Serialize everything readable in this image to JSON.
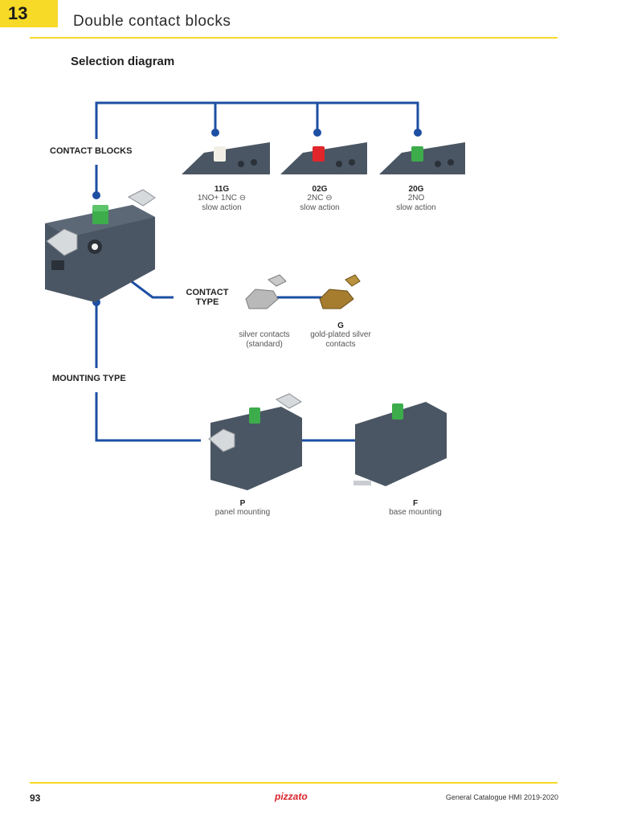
{
  "header": {
    "chapter_number": "13",
    "title": "Double contact blocks"
  },
  "section": {
    "title": "Selection diagram"
  },
  "labels": {
    "contact_blocks": "CONTACT BLOCKS",
    "contact_type_line1": "CONTACT",
    "contact_type_line2": "TYPE",
    "mounting_type": "MOUNTING TYPE"
  },
  "contact_blocks": [
    {
      "code": "11G",
      "desc1": "1NO+ 1NC ⊖",
      "desc2": "slow action",
      "button_color": "#f2f0e6"
    },
    {
      "code": "02G",
      "desc1": "2NC ⊖",
      "desc2": "slow action",
      "button_color": "#e0262b"
    },
    {
      "code": "20G",
      "desc1": "2NO",
      "desc2": "slow action",
      "button_color": "#3dac4b"
    }
  ],
  "contact_types": [
    {
      "code": "",
      "desc1": "silver contacts",
      "desc2": "(standard)",
      "metal_color": "#b9b9b9"
    },
    {
      "code": "G",
      "desc1": "gold-plated silver",
      "desc2": "contacts",
      "metal_color": "#a67c2e"
    }
  ],
  "mounting_types": [
    {
      "code": "P",
      "desc": "panel mounting"
    },
    {
      "code": "F",
      "desc": "base mounting"
    }
  ],
  "colors": {
    "accent_yellow": "#f7d927",
    "line_blue": "#1d4fa3",
    "block_gray": "#4a5663",
    "button_green": "#3dac4b"
  },
  "footer": {
    "page_number": "93",
    "brand": "pizzato",
    "catalogue": "General Catalogue HMI 2019-2020"
  }
}
